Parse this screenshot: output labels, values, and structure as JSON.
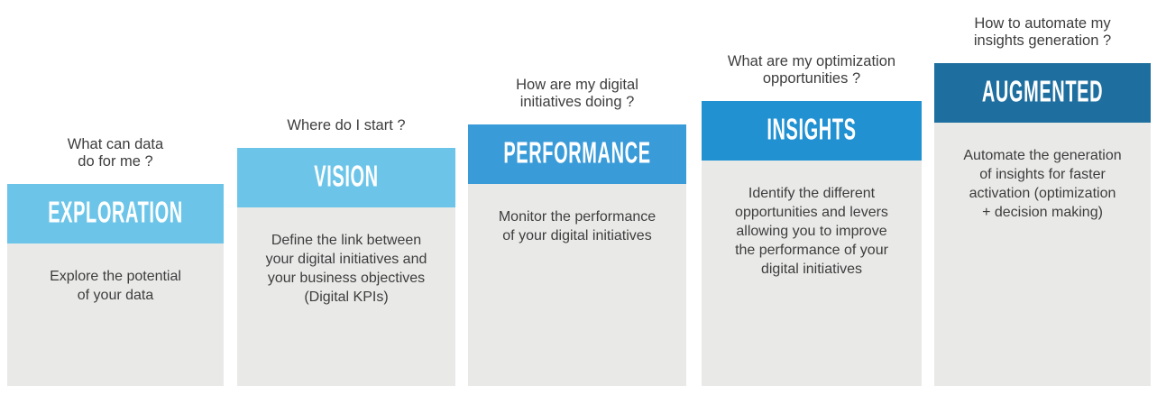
{
  "diagram": {
    "name": "digital-analytics-maturity-staircase",
    "colors": {
      "light_blue": "#6CC5E9",
      "medium_blue": "#3A9BD9",
      "deep_blue": "#2191D1",
      "dark_blue": "#1E6F9F",
      "panel_gray": "#E9EAE8",
      "text_dark": "#3D3D3D",
      "title_text": "#FFFFFF"
    }
  },
  "stages": [
    {
      "question": "What can data\ndo for me ?",
      "title": "EXPLORATION",
      "description": "Explore the potential\nof your data",
      "header_color": "#6CC5E9",
      "header_style": "background-color:#6CC5E9"
    },
    {
      "question": "Where do I start ?",
      "title": "VISION",
      "description": "Define the link between\nyour digital initiatives and\nyour business objectives\n(Digital KPIs)",
      "header_color": "#6CC5E9",
      "header_style": "background-color:#6CC5E9"
    },
    {
      "question": "How are my digital\ninitiatives doing ?",
      "title": "PERFORMANCE",
      "description": "Monitor the performance\nof your digital initiatives",
      "header_color": "#3A9BD9",
      "header_style": "background-color:#3A9BD9"
    },
    {
      "question": "What are my optimization\nopportunities ?",
      "title": "INSIGHTS",
      "description": "Identify the different\nopportunities and levers\nallowing you to improve\nthe performance of your\ndigital initiatives",
      "header_color": "#2191D1",
      "header_style": "background-color:#2191D1"
    },
    {
      "question": "How to automate my\ninsights generation ?",
      "title": "AUGMENTED",
      "description": "Automate the generation\nof insights for faster\nactivation (optimization\n+ decision making)",
      "header_color": "#1E6F9F",
      "header_style": "background-color:#1E6F9F"
    }
  ]
}
